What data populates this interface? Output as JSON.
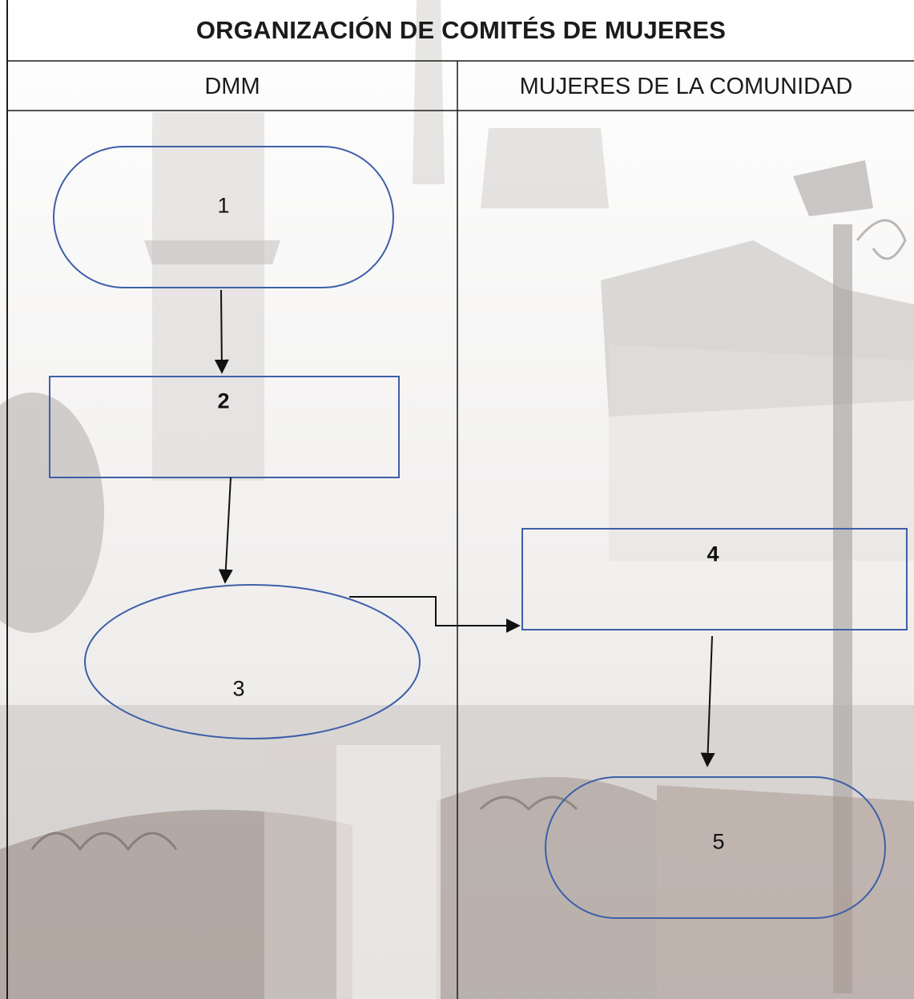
{
  "title": "ORGANIZACIÓN DE COMITÉS DE MUJERES",
  "lanes": [
    {
      "label": "DMM"
    },
    {
      "label": "MUJERES DE LA COMUNIDAD"
    }
  ],
  "nodes": [
    {
      "id": "1",
      "shape": "terminal",
      "label": "1",
      "lane": "DMM"
    },
    {
      "id": "2",
      "shape": "process",
      "label": "2",
      "lane": "DMM"
    },
    {
      "id": "3",
      "shape": "ellipse",
      "label": "3",
      "lane": "DMM"
    },
    {
      "id": "4",
      "shape": "process",
      "label": "4",
      "lane": "MUJERES DE LA COMUNIDAD"
    },
    {
      "id": "5",
      "shape": "terminal",
      "label": "5",
      "lane": "MUJERES DE LA COMUNIDAD"
    }
  ],
  "edges": [
    {
      "from": "1",
      "to": "2"
    },
    {
      "from": "2",
      "to": "3"
    },
    {
      "from": "3",
      "to": "4"
    },
    {
      "from": "4",
      "to": "5"
    }
  ],
  "colors": {
    "shape_stroke": "#3d5fa8",
    "line": "#1b1b1b",
    "arrow": "#111111"
  }
}
